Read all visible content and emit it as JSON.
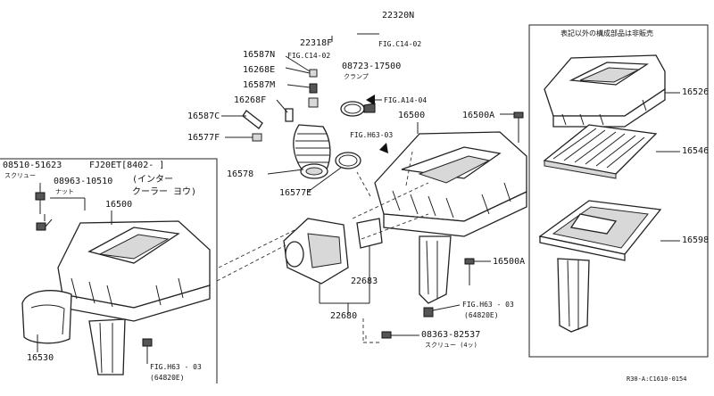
{
  "labels": {
    "p22320N": "22320N",
    "p22318F": "22318F",
    "figC14_02_top": "FIG.C14-02",
    "p16587N": "16587N",
    "figC14_02_left": "FIG.C14-02",
    "p16268E": "16268E",
    "p16587M": "16587M",
    "p16268F": "16268F",
    "p16587C": "16587C",
    "p16577F": "16577F",
    "p08723_17500": "08723-17500",
    "clamp_kana": "クランプ",
    "figA14_04": "FIG.A14-04",
    "p16500_top": "16500",
    "p16500A_top": "16500A",
    "figH63_03_mid": "FIG.H63-03",
    "p16578": "16578",
    "p16577E": "16577E",
    "p08510_51623": "08510-51623",
    "screw_kana": "スクリュー",
    "engine_note": "FJ20ET[8402-   ]",
    "intercooler_note": "(インター",
    "intercooler_note2": "クーラー ヨウ)",
    "p08963_10510": "08963-10510",
    "nut_kana": "ナット",
    "p16500_left": "16500",
    "p16530": "16530",
    "figH63_03_left": "FIG.H63 - 03",
    "p64820E_left": "(64820E)",
    "p22683": "22683",
    "p22680": "22680",
    "p16500A_mid": "16500A",
    "figH63_03_right": "FIG.H63 - 03",
    "p64820E_right": "(64820E)",
    "p08363_82537": "08363-82537",
    "screw_qty": "スクリュー (4ッ)",
    "p16526": "16526",
    "p16546": "16546",
    "p16598": "16598",
    "not_sold_note": "表記以外の構成部品は非販売",
    "diagram_code": "R30-A:C1610-0154"
  }
}
